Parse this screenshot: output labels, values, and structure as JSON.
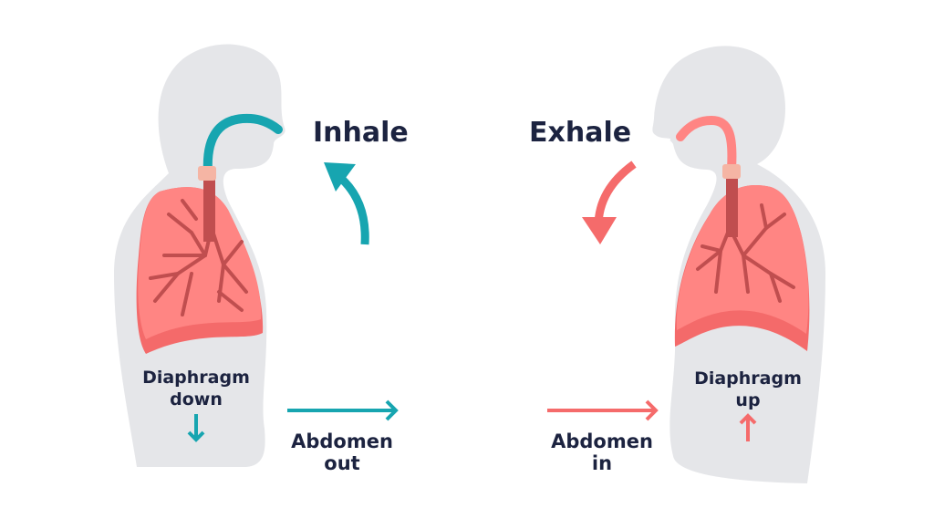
{
  "inhale": {
    "title": "Inhale",
    "diaphragm_label": [
      "Diaphragm",
      "down"
    ],
    "abdomen_label": [
      "Abdomen",
      "out"
    ],
    "color": "#17a5b0"
  },
  "exhale": {
    "title": "Exhale",
    "diaphragm_label": [
      "Diaphragm",
      "up"
    ],
    "abdomen_label": [
      "Abdomen",
      "in"
    ],
    "color": "#f56b6b"
  },
  "colors": {
    "body": "#e5e6e9",
    "lung": "#ff8583",
    "lung_edge": "#f46a6a",
    "bronchi": "#c04e4f",
    "larynx": "#f5b5a4",
    "text": "#1c2340"
  }
}
